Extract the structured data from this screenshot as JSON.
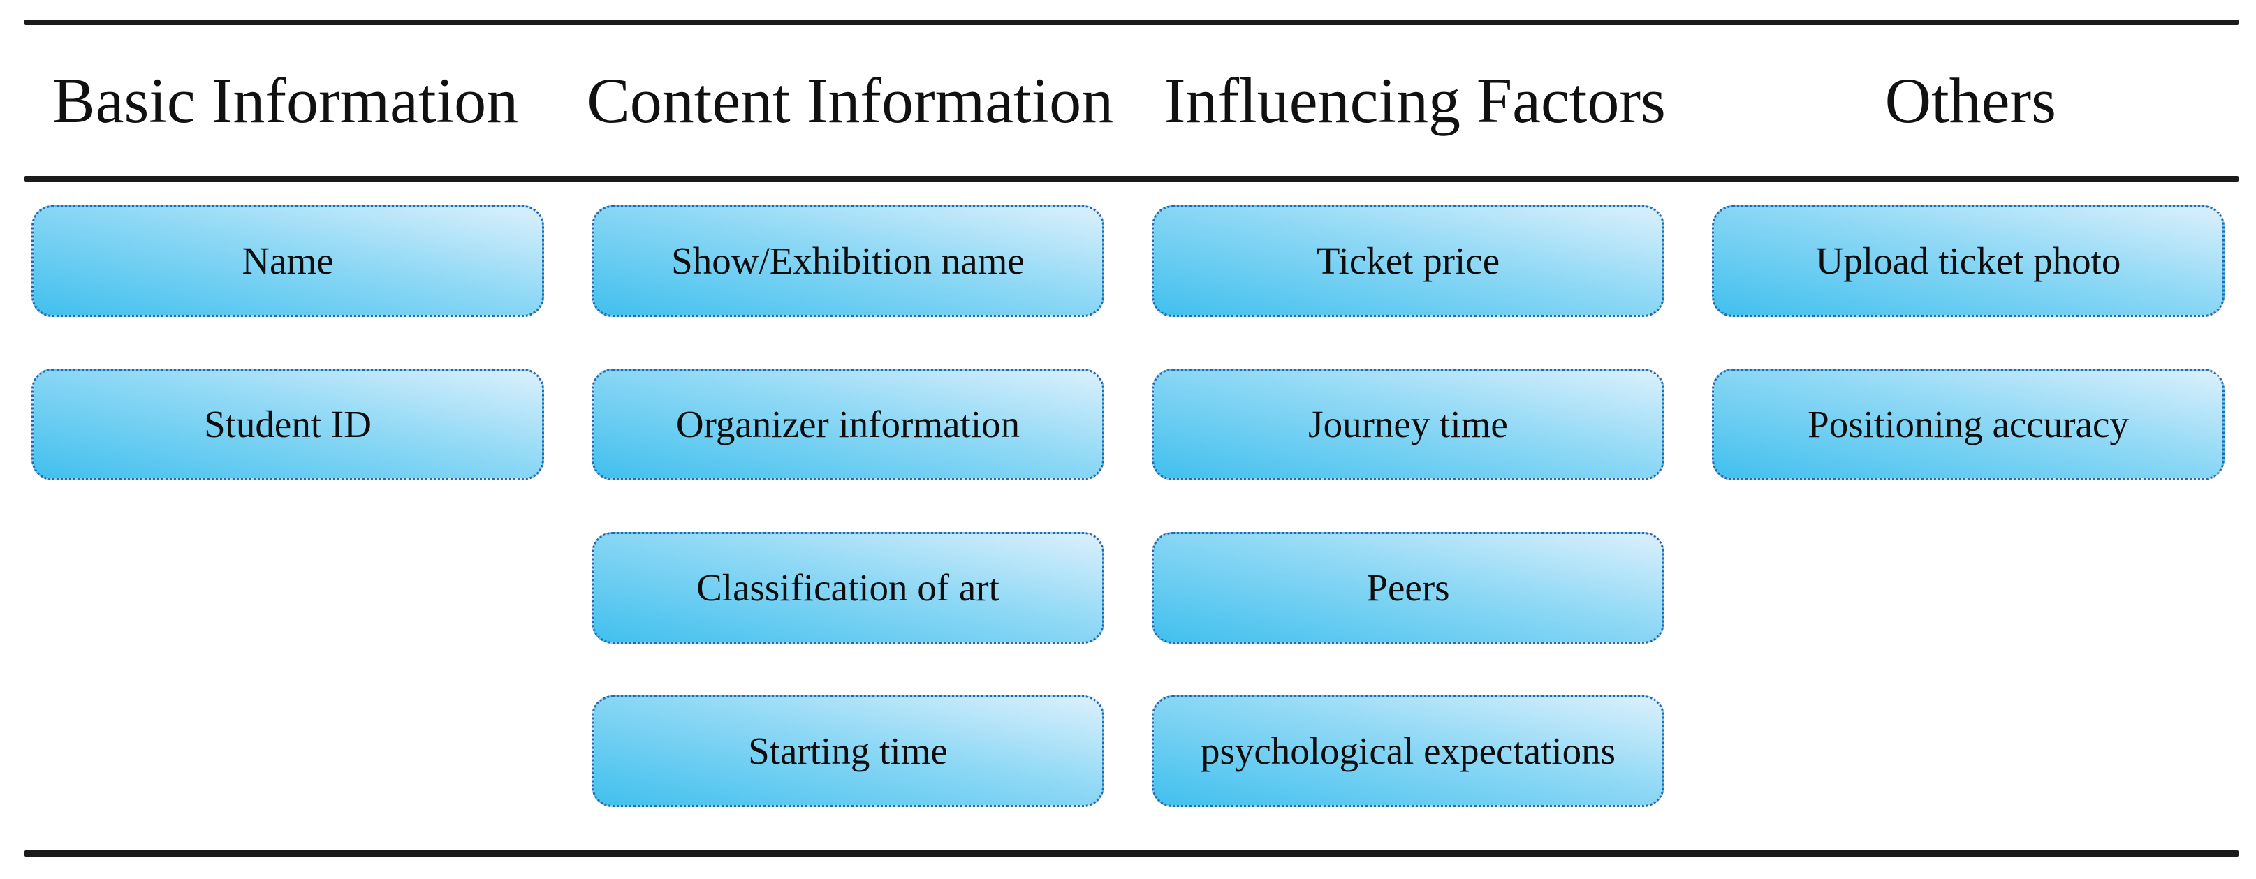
{
  "figure": {
    "columns": [
      {
        "header": "Basic Information",
        "items": [
          "Name",
          "Student ID"
        ]
      },
      {
        "header": "Content Information",
        "items": [
          "Show/Exhibition name",
          "Organizer information",
          "Classification of art",
          "Starting time"
        ]
      },
      {
        "header": "Influencing Factors",
        "items": [
          "Ticket price",
          "Journey time",
          "Peers",
          "psychological expectations"
        ]
      },
      {
        "header": "Others",
        "items": [
          "Upload ticket photo",
          "Positioning accuracy"
        ]
      }
    ],
    "colors": {
      "box_gradient_start": "#41c0ee",
      "box_gradient_mid": "#8ed8f5",
      "box_gradient_end": "#dbf0fc",
      "box_border": "#2f64ad",
      "rule": "#1b1b1b",
      "text": "#0d0d0d"
    }
  }
}
